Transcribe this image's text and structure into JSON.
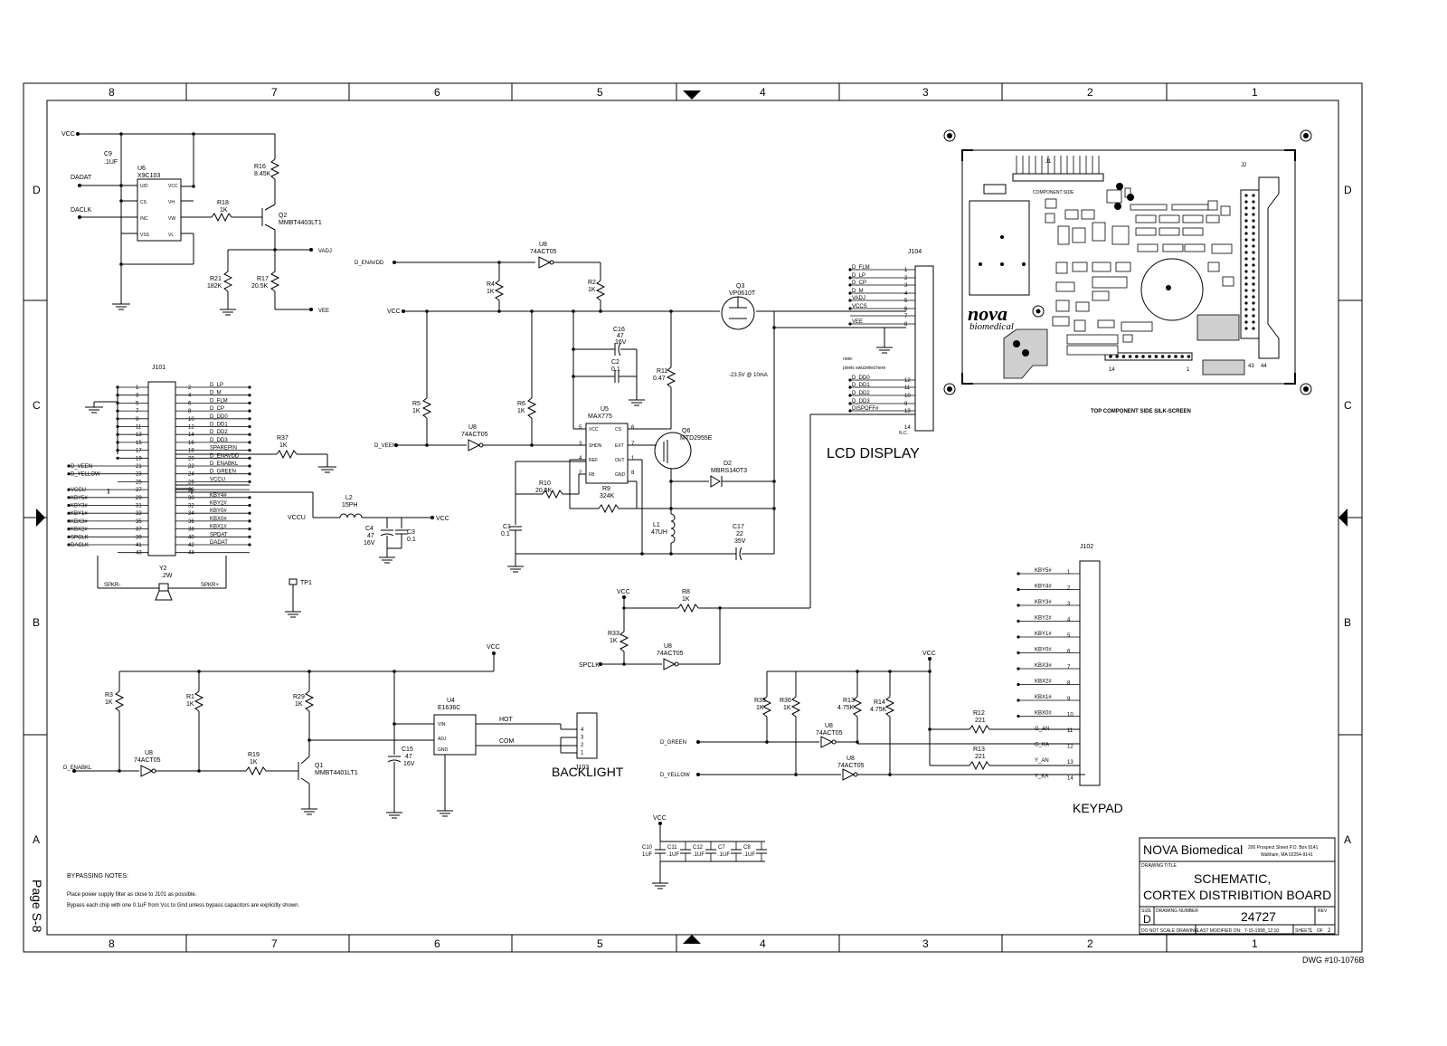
{
  "border": {
    "columns": [
      "8",
      "7",
      "6",
      "5",
      "4",
      "3",
      "2",
      "1"
    ],
    "rows": [
      "D",
      "C",
      "B",
      "A"
    ]
  },
  "page_label": "Page S-8",
  "dwg_number": "DWG #10-1076B",
  "title_block": {
    "company": "NOVA Biomedical",
    "address_1": "200 Prospect Street P.O. Box 9141",
    "address_2": "Waltham, MA 02254-9141",
    "drawing_title_label": "DRAWING TITLE",
    "title_line_1": "SCHEMATIC,",
    "title_line_2": "CORTEX DISTRIBITION BOARD",
    "size_label": "SIZE",
    "size": "D",
    "drawing_number_label": "DRAWING NUMBER",
    "drawing_number": "24727",
    "rev_label": "REV",
    "do_not_scale": "DO NOT SCALE DRAWING",
    "last_modified_label": "LAST MODIFIED ON:",
    "last_modified": "7-15-1998_12:10",
    "sheet_label": "SHEET",
    "sheet": "1",
    "of_label": "OF",
    "of": "2"
  },
  "notes": {
    "heading": "BYPASSING NOTES:",
    "line_1": "Place power supply filter as close to J101 as possible.",
    "line_2": "Bypass each chip with one 0.1uF from Vcc to Gnd unless bypass capacitors are explicitly shown."
  },
  "blocks": {
    "lcd_display": "LCD DISPLAY",
    "backlight": "BACKLIGHT",
    "keypad": "KEYPAD",
    "silkscreen_caption": "TOP COMPONENT SIDE SILK-SCREEN",
    "component_side": "COMPONENT SIDE"
  },
  "labels": {
    "vcc": "VCC",
    "vadj": "VADJ",
    "vee": "VEE",
    "vccu": "VCCU",
    "dadat": "DADAT",
    "daclk": "DACLK",
    "d_enavdd": "D_ENAVDD",
    "d_veen": "D_VEEN",
    "d_enabkl": "D_ENABKL",
    "d_green": "D_GREEN",
    "d_yellow": "D_YELLOW",
    "spclk": "SPCLK",
    "spkr_minus": "SPKR-",
    "spkr_plus": "SPKR+",
    "hot": "HOT",
    "com": "COM",
    "neg_voltage": "-23.5V @ 10mA",
    "note_text_1": "note:",
    "note_text_2": "pixels swizzeled here",
    "nc": "N.C.",
    "tp1": "TP1"
  },
  "components": {
    "c9": [
      "C9",
      ".1UF"
    ],
    "u6": [
      "U6",
      "X9C103"
    ],
    "r16": [
      "R16",
      "8.45K"
    ],
    "r18": [
      "R18",
      "1K"
    ],
    "q2": [
      "Q2",
      "MMBT4403LT1"
    ],
    "r21": [
      "R21",
      "182K"
    ],
    "r17": [
      "R17",
      "20.5K"
    ],
    "u8a": [
      "U8",
      "74ACT05"
    ],
    "r4": [
      "R4",
      "1K"
    ],
    "r2": [
      "R2",
      "1K"
    ],
    "q3": [
      "Q3",
      "VP0610T"
    ],
    "c16": [
      "C16",
      "47",
      "16V"
    ],
    "c2": [
      "C2",
      "0.1"
    ],
    "r11": [
      "R11",
      "0.47"
    ],
    "r5": [
      "R5",
      "1K"
    ],
    "r6": [
      "R6",
      "1K"
    ],
    "u8b": [
      "U8",
      "74ACT05"
    ],
    "u5": [
      "U5",
      "MAX775"
    ],
    "q6": [
      "Q6",
      "MTD2955E"
    ],
    "d2": [
      "D2",
      "MBRS140T3"
    ],
    "r10": [
      "R10",
      "20.5K"
    ],
    "r9": [
      "R9",
      "324K"
    ],
    "c1": [
      "C1",
      "0.1"
    ],
    "l1": [
      "L1",
      "47UH"
    ],
    "c17": [
      "C17",
      "22",
      "35V"
    ],
    "r37": [
      "R37",
      "1K"
    ],
    "l2": [
      "L2",
      "15PH"
    ],
    "c4": [
      "C4",
      "47",
      "16V"
    ],
    "c3": [
      "C3",
      "0.1"
    ],
    "y2": [
      "Y2",
      ".2W"
    ],
    "j101": "J101",
    "j104": "J104",
    "j102": "J102",
    "j103": "J103",
    "r8": [
      "R8",
      "1K"
    ],
    "r33": [
      "R33",
      "1K"
    ],
    "u8c": [
      "U8",
      "74ACT05"
    ],
    "r3": [
      "R3",
      "1K"
    ],
    "r1": [
      "R1",
      "1K"
    ],
    "r29": [
      "R29",
      "1K"
    ],
    "u8d": [
      "U8",
      "74ACT05"
    ],
    "r19": [
      "R19",
      "1K"
    ],
    "q1": [
      "Q1",
      "MMBT4401LT1"
    ],
    "u4": [
      "U4",
      "E1636C"
    ],
    "c15": [
      "C15",
      "47",
      "16V"
    ],
    "r35": [
      "R35",
      "1K"
    ],
    "r36": [
      "R36",
      "1K"
    ],
    "r13a": [
      "R13",
      "4.75K"
    ],
    "r14": [
      "R14",
      "4.75K"
    ],
    "u8e": [
      "U8",
      "74ACT05"
    ],
    "u8f": [
      "U8",
      "74ACT05"
    ],
    "r12": [
      "R12",
      "221"
    ],
    "r13b": [
      "R13",
      "221"
    ],
    "c10": [
      "C10",
      "1UF"
    ],
    "c11": [
      "C11",
      ".1UF"
    ],
    "c12": [
      "C12",
      ".1UF"
    ],
    "c7": [
      "C7",
      ".1UF"
    ],
    "c8": [
      "C8",
      ".1UF"
    ]
  },
  "j101_pins_left": [
    {
      "num": "1",
      "sig": ""
    },
    {
      "num": "3",
      "sig": ""
    },
    {
      "num": "5",
      "sig": ""
    },
    {
      "num": "7",
      "sig": ""
    },
    {
      "num": "9",
      "sig": ""
    },
    {
      "num": "11",
      "sig": ""
    },
    {
      "num": "13",
      "sig": ""
    },
    {
      "num": "15",
      "sig": ""
    },
    {
      "num": "17",
      "sig": ""
    },
    {
      "num": "19",
      "sig": ""
    },
    {
      "num": "21",
      "sig": "D_VEEN"
    },
    {
      "num": "23",
      "sig": "D_YELLOW"
    },
    {
      "num": "25",
      "sig": ""
    },
    {
      "num": "27",
      "sig": "VCCU"
    },
    {
      "num": "29",
      "sig": "KBY5#"
    },
    {
      "num": "31",
      "sig": "KBY3#"
    },
    {
      "num": "33",
      "sig": "KBY1#"
    },
    {
      "num": "35",
      "sig": "KBX3#"
    },
    {
      "num": "37",
      "sig": "KBX2#"
    },
    {
      "num": "39",
      "sig": "SPCLK"
    },
    {
      "num": "41",
      "sig": "DACLK"
    },
    {
      "num": "43",
      "sig": ""
    }
  ],
  "j101_pins_right": [
    {
      "num": "2",
      "sig": "D_LP"
    },
    {
      "num": "4",
      "sig": "D_M"
    },
    {
      "num": "6",
      "sig": "D_FLM"
    },
    {
      "num": "8",
      "sig": "D_CP"
    },
    {
      "num": "10",
      "sig": "D_DD0"
    },
    {
      "num": "12",
      "sig": "D_DD1"
    },
    {
      "num": "14",
      "sig": "D_DD2"
    },
    {
      "num": "16",
      "sig": "D_DD3"
    },
    {
      "num": "18",
      "sig": "SPAREPIN"
    },
    {
      "num": "20",
      "sig": "D_ENAVDD"
    },
    {
      "num": "22",
      "sig": "D_ENABKL"
    },
    {
      "num": "24",
      "sig": "D_GREEN"
    },
    {
      "num": "26",
      "sig": "VCCU"
    },
    {
      "num": "28",
      "sig": ""
    },
    {
      "num": "30",
      "sig": "KBY4#"
    },
    {
      "num": "32",
      "sig": "KBY2#"
    },
    {
      "num": "34",
      "sig": "KBY0#"
    },
    {
      "num": "36",
      "sig": "KBX0#"
    },
    {
      "num": "38",
      "sig": "KBX1#"
    },
    {
      "num": "40",
      "sig": "SPDAT"
    },
    {
      "num": "42",
      "sig": "DADAT"
    },
    {
      "num": "44",
      "sig": ""
    }
  ],
  "j104_pins": [
    {
      "num": "1",
      "sig": "D_FLM"
    },
    {
      "num": "2",
      "sig": "D_LP"
    },
    {
      "num": "3",
      "sig": "D_CP"
    },
    {
      "num": "4",
      "sig": "D_M"
    },
    {
      "num": "5",
      "sig": "VADJ"
    },
    {
      "num": "6",
      "sig": "VCCS"
    },
    {
      "num": "7",
      "sig": ""
    },
    {
      "num": "8",
      "sig": "VEE"
    },
    {
      "num": "12",
      "sig": "D_DD0"
    },
    {
      "num": "11",
      "sig": "D_DD1"
    },
    {
      "num": "10",
      "sig": "D_DD2"
    },
    {
      "num": "9",
      "sig": "D_DD3"
    },
    {
      "num": "13",
      "sig": "DISPOFF#"
    },
    {
      "num": "14",
      "sig": "N.C."
    }
  ],
  "j102_pins": [
    {
      "num": "1",
      "sig": "KBY5#"
    },
    {
      "num": "2",
      "sig": "KBY4#"
    },
    {
      "num": "3",
      "sig": "KBY3#"
    },
    {
      "num": "4",
      "sig": "KBY2#"
    },
    {
      "num": "5",
      "sig": "KBY1#"
    },
    {
      "num": "6",
      "sig": "KBY0#"
    },
    {
      "num": "7",
      "sig": "KBX3#"
    },
    {
      "num": "8",
      "sig": "KBX2#"
    },
    {
      "num": "9",
      "sig": "KBX1#"
    },
    {
      "num": "10",
      "sig": "KBX0#"
    },
    {
      "num": "11",
      "sig": "G_AN"
    },
    {
      "num": "12",
      "sig": "G_KA"
    },
    {
      "num": "13",
      "sig": "Y_AN"
    },
    {
      "num": "14",
      "sig": "Y_KA"
    }
  ],
  "j103_pins": [
    "4",
    "3",
    "2",
    "1"
  ],
  "u5_pins": {
    "left": [
      {
        "n": "5",
        "s": "VCC"
      },
      {
        "n": "3",
        "s": "SHDN"
      },
      {
        "n": "4",
        "s": "REF"
      },
      {
        "n": "2",
        "s": "FB"
      }
    ],
    "right": [
      {
        "n": "6",
        "s": "CS"
      },
      {
        "n": "7",
        "s": "EXT"
      },
      {
        "n": "1",
        "s": "OUT"
      },
      {
        "n": "8",
        "s": "GND"
      }
    ]
  },
  "u6_pins": {
    "left": [
      "U/D",
      "CS",
      "INC",
      "VSS"
    ],
    "right": [
      "VCC",
      "VH",
      "VW",
      "VL"
    ]
  },
  "u4_pins": {
    "left": [
      "VIN",
      "ADJ",
      "GND"
    ]
  },
  "pcb_labels": [
    "nova",
    "biomedical",
    "J1",
    "J2",
    "14",
    "1",
    "43",
    "44"
  ]
}
